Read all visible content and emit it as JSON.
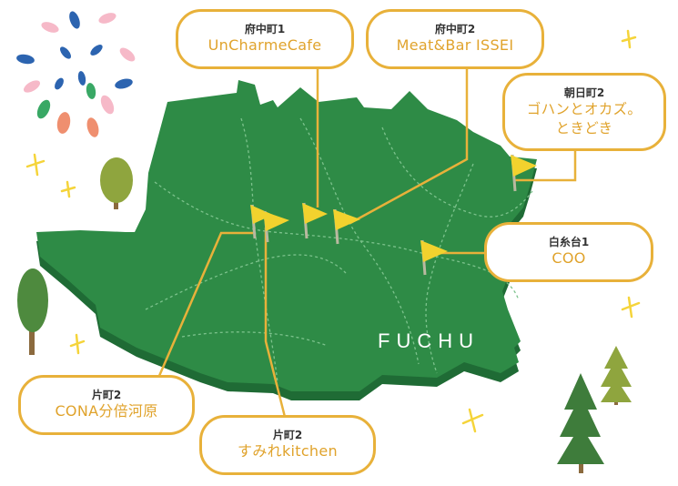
{
  "map": {
    "city_label": "FUCHU",
    "colors": {
      "land": "#2e8b46",
      "land_dark": "#1f6b35",
      "callout_border": "#e8b13a",
      "shop_text": "#e0a32c",
      "area_text": "#333333",
      "flag": "#f2d22e"
    },
    "pins": [
      {
        "area": "府中町1",
        "shop": "UnCharmeCafe"
      },
      {
        "area": "府中町2",
        "shop": "Meat&Bar ISSEI"
      },
      {
        "area": "朝日町2",
        "shop": "ゴハンとオカズ。\nときどき"
      },
      {
        "area": "白糸台1",
        "shop": "COO"
      },
      {
        "area": "片町2",
        "shop": "CONA分倍河原"
      },
      {
        "area": "片町2",
        "shop": "すみれkitchen"
      }
    ],
    "decorations": [
      "firework-icon",
      "tree-icon",
      "pine-tree-icon",
      "sparkle-icon"
    ]
  }
}
